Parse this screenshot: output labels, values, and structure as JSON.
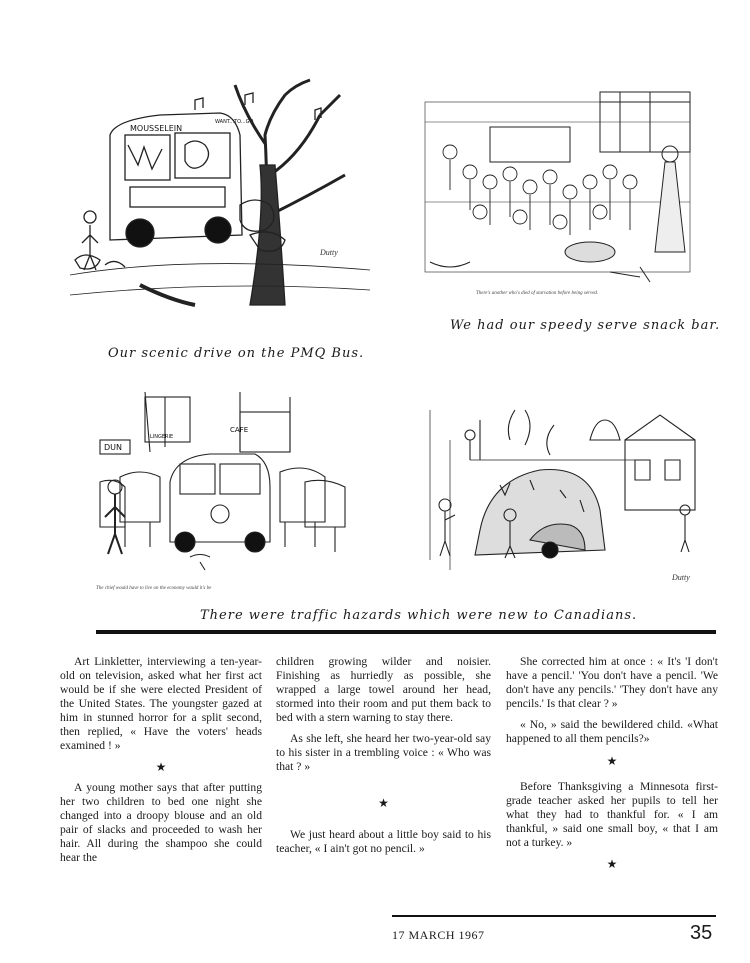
{
  "captions": {
    "bus": "Our scenic drive on the PMQ Bus.",
    "snack": "We had our speedy serve snack bar.",
    "traffic": "There were traffic hazards which were new to Canadians."
  },
  "cartoon_text": {
    "bus_sign": "MOUSSELEIN",
    "bus_sign2": "WANT...TO...GO",
    "snack_caption": "There's another who's died of starvation before being served.",
    "dun_sign": "DUN",
    "lingerie_sign": "LINGERIE",
    "cafe_sign": "CAFE",
    "cow_caption": "The chief would have to live on the economy would it's be",
    "farm_caption": "",
    "signature": "Dutty"
  },
  "columns": {
    "col1": {
      "p1": "Art Linkletter, interviewing a ten-year-old on television, asked what her first act would be if she were elected President of the United States. The youngster gazed at him in stunned horror for a split second, then replied, « Have the voters' heads examined ! »",
      "star1": "★",
      "p2": "A young mother says that after putting her two children to bed one night she changed into a droopy blouse and an old pair of slacks and proceeded to wash her hair. All during the shampoo she could hear the"
    },
    "col2": {
      "p1": "children growing wilder and noisier. Finishing as hurriedly as possible, she wrapped a large towel around her head, stormed into their room and put them back to bed with a stern warning to stay there.",
      "p2": "As she left, she heard her two-year-old say to his sister in a trembling voice : « Who was that ? »",
      "star1": "★",
      "p3": "We just heard about a little boy said to his teacher, « I ain't got no pencil. »"
    },
    "col3": {
      "p1": "She corrected him at once : « It's 'I don't have a pencil.' 'You don't have a pencil. 'We don't have any pencils.' 'They don't have any pencils.' Is that clear ? »",
      "p2": "« No, » said the bewildered child. «What happened to all them pencils?»",
      "star1": "★",
      "p3": "Before Thanksgiving a Minnesota first-grade teacher asked her pupils to tell her what they had to thankful for. « I am thankful, » said one small boy, « that I am not a turkey. »",
      "star2": "★"
    }
  },
  "footer": {
    "date": "17 MARCH 1967",
    "page": "35"
  }
}
